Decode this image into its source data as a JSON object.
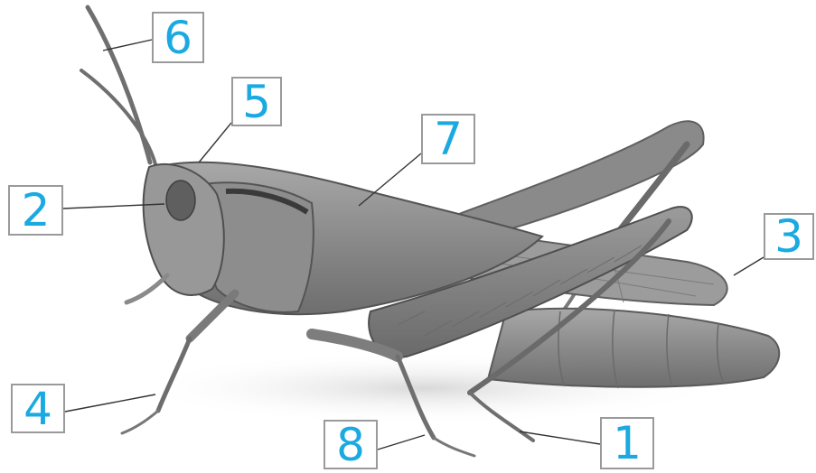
{
  "diagram": {
    "labels": [
      {
        "id": "1",
        "text": "1"
      },
      {
        "id": "2",
        "text": "2"
      },
      {
        "id": "3",
        "text": "3"
      },
      {
        "id": "4",
        "text": "4"
      },
      {
        "id": "5",
        "text": "5"
      },
      {
        "id": "6",
        "text": "6"
      },
      {
        "id": "7",
        "text": "7"
      },
      {
        "id": "8",
        "text": "8"
      }
    ],
    "colors": {
      "label_text": "#1aa9e1",
      "label_border": "#9a9a9a",
      "leader_line": "#333333",
      "insect_body": "#8e8e8e"
    }
  }
}
